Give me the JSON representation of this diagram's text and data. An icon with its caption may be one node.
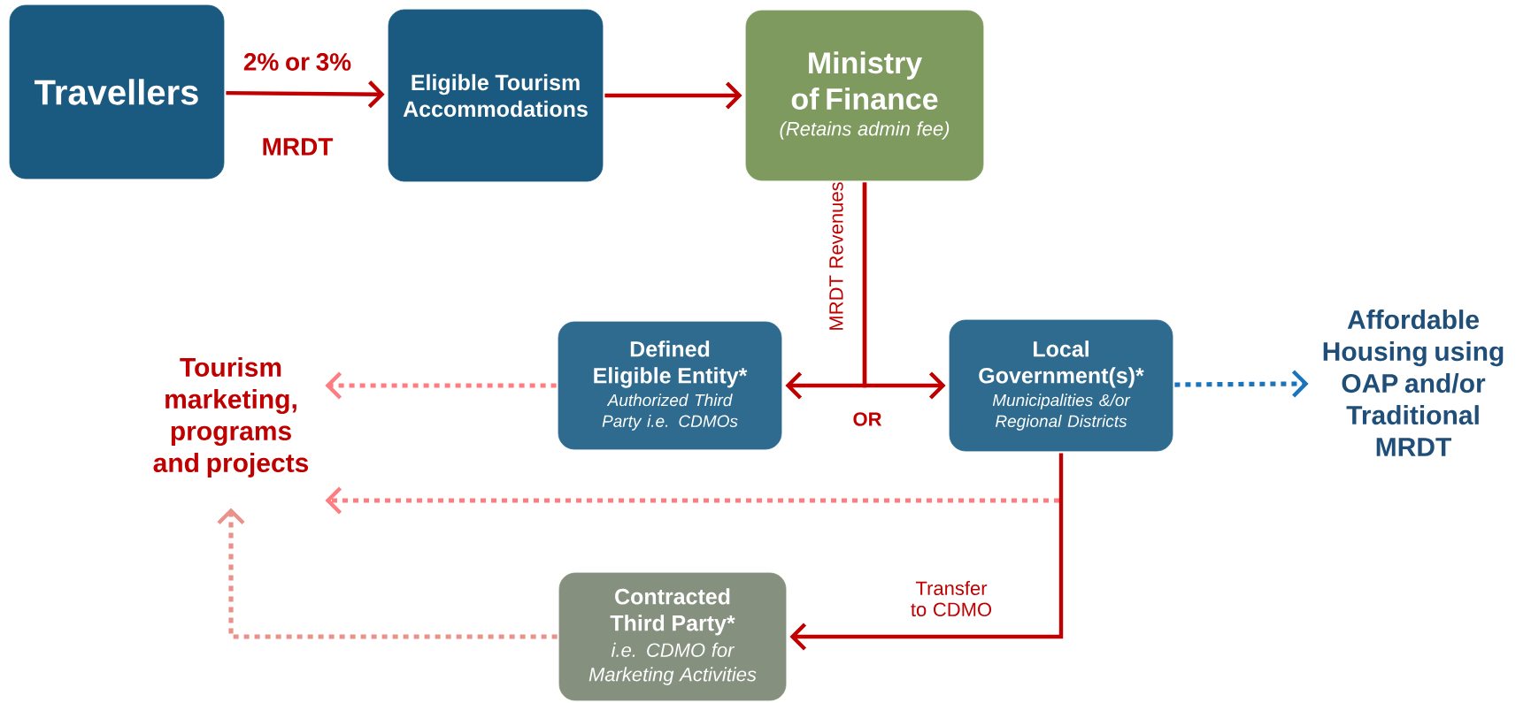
{
  "diagram": {
    "nodes": [
      {
        "text": [
          "Travellers"
        ]
      },
      {
        "text": [
          "Eligible Tourism Accommodations"
        ]
      },
      {
        "text": [
          "Ministry of Finance",
          "(Retains admin fee)"
        ]
      },
      {
        "text": [
          "Defined Eligible Entity*",
          "Authorized Third Party i.e. CDMOs"
        ]
      },
      {
        "text": [
          "Local Government(s)*",
          "Municipalities &/or Regional Districts"
        ]
      },
      {
        "text": [
          "Affordable Housing using OAP and/or Traditional MRDT"
        ]
      },
      {
        "text": [
          "Tourism marketing, programs and projects"
        ]
      },
      {
        "text": [
          "Contracted Third Party*",
          "i.e. CDMO for Marketing Activities"
        ]
      }
    ],
    "edges": [
      {
        "from": 0,
        "to": 1,
        "arrow": "to",
        "label": "2% or 3%"
      },
      {
        "from": 1,
        "to": 2,
        "arrow": "to"
      },
      {
        "from": 2,
        "to": 3,
        "arrow": "to",
        "label": "MRDT Revenues"
      },
      {
        "from": 2,
        "to": 4,
        "arrow": "to"
      },
      {
        "from": 3,
        "to": 6,
        "arrow": "to",
        "style": "dashed",
        "color": "#ff7c80"
      },
      {
        "from": 4,
        "to": 5,
        "arrow": "to",
        "style": "dashed",
        "color": "#1a75bc"
      },
      {
        "from": 4,
        "to": 6,
        "arrow": "to",
        "style": "dashed",
        "color": "#ff7c80"
      },
      {
        "from": 4,
        "to": 7,
        "arrow": "to",
        "label": "Transfer to CDMO"
      },
      {
        "from": 7,
        "to": 6,
        "arrow": "to",
        "style": "dashed",
        "color": "#e8928a"
      }
    ],
    "labels": [
      "MRDT",
      "OR"
    ]
  }
}
